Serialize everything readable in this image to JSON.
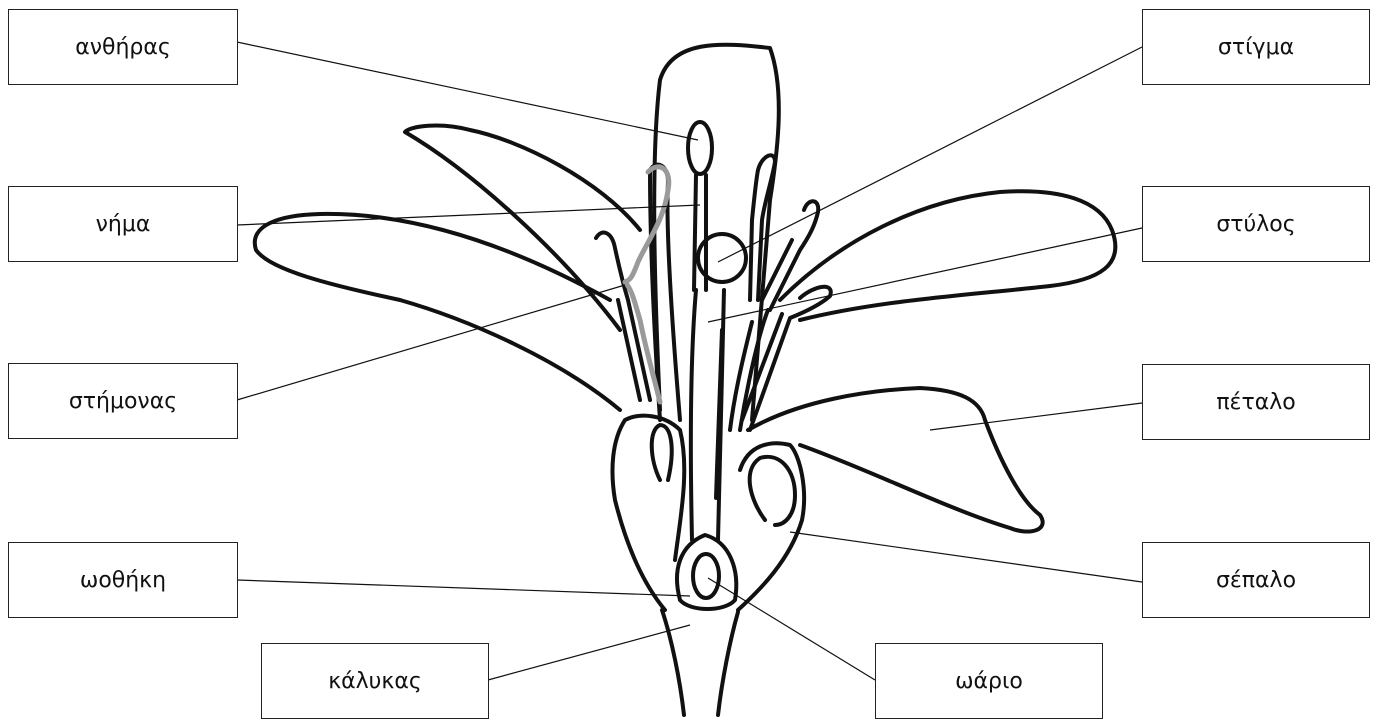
{
  "labels": {
    "anther": "ανθήρας",
    "filament": "νήμα",
    "stamen": "στήμονας",
    "ovary": "ωοθήκη",
    "calyx": "κάλυκας",
    "stigma": "στίγμα",
    "style": "στύλος",
    "petal": "πέταλο",
    "sepal": "σέπαλο",
    "ovule": "ωάριο"
  },
  "colors": {
    "line": "#111111",
    "stamen_brace": "#9a9a9a",
    "background": "#ffffff"
  }
}
